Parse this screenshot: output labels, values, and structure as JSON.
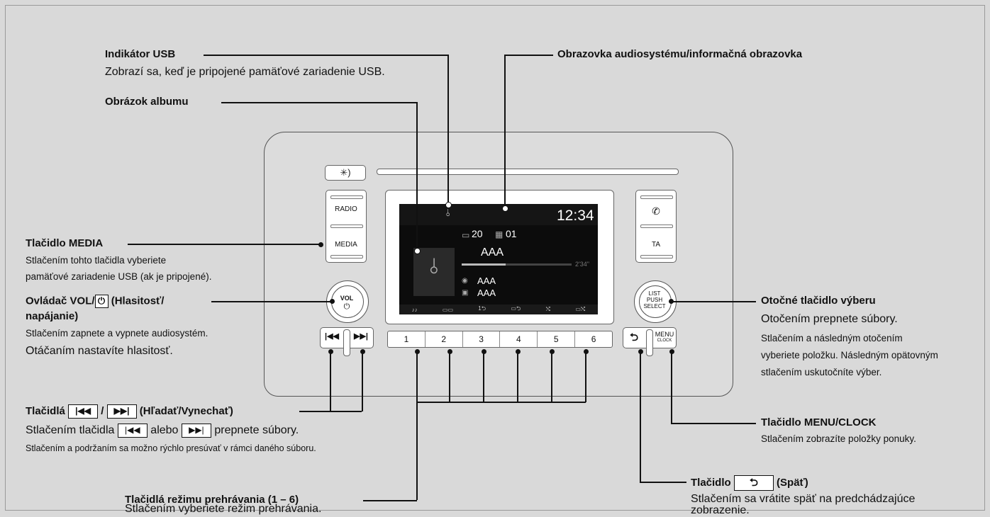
{
  "labels": {
    "usb_title": "Indikátor USB",
    "usb_desc": "Zobrazí sa, keď je pripojené pamäťové zariadenie USB.",
    "album_title": "Obrázok albumu",
    "screen_title": "Obrazovka audiosystému/informačná obrazovka",
    "media_title": "Tlačidlo MEDIA",
    "media_desc1": "Stlačením tohto tlačidla vyberiete",
    "media_desc2": "pamäťové zariadenie USB (ak je pripojené).",
    "vol_title_a": "Ovládač VOL/",
    "vol_title_b": " (Hlasitosť/",
    "vol_title_c": "napájanie)",
    "vol_desc1": "Stlačením zapnete a vypnete audiosystém.",
    "vol_desc2": "Otáčaním nastavíte hlasitosť.",
    "seek_title_a": "Tlačidlá",
    "seek_title_sep": " / ",
    "seek_title_b": " (Hľadať/Vynechať)",
    "seek_desc1_a": "Stlačením tlačidla",
    "seek_desc1_b": " alebo ",
    "seek_desc1_c": " prepnete súbory.",
    "seek_desc2": "Stlačením a podržaním sa možno rýchlo presúvať v rámci daného súboru.",
    "play_title": "Tlačidlá režimu prehrávania (1 – 6)",
    "play_desc": "Stlačením vyberiete režim prehrávania.",
    "select_title": "Otočné tlačidlo výberu",
    "select_desc1": "Otočením prepnete súbory.",
    "select_desc2": "Stlačením a následným otočením",
    "select_desc3": "vyberiete položku. Následným opätovným",
    "select_desc4": "stlačením uskutočníte výber.",
    "menu_title": "Tlačidlo MENU/CLOCK",
    "menu_desc": "Stlačením zobrazíte položky ponuky.",
    "back_title_a": "Tlačidlo",
    "back_title_b": " (Späť)",
    "back_desc1": "Stlačením sa vrátite späť na predchádzajúce",
    "back_desc2": "zobrazenie."
  },
  "unit": {
    "radio": "RADIO",
    "media": "MEDIA",
    "vol": "VOL",
    "ta": "TA",
    "list1": "LIST",
    "list2": "PUSH",
    "list3": "SELECT",
    "menu": "MENU",
    "clock": "CLOCK",
    "numbers": [
      "1",
      "2",
      "3",
      "4",
      "5",
      "6"
    ]
  },
  "screen": {
    "clock": "12:34",
    "folder": "20",
    "track": "01",
    "title": "AAA",
    "time": "2'34\"",
    "artist": "AAA",
    "album": "AAA"
  }
}
